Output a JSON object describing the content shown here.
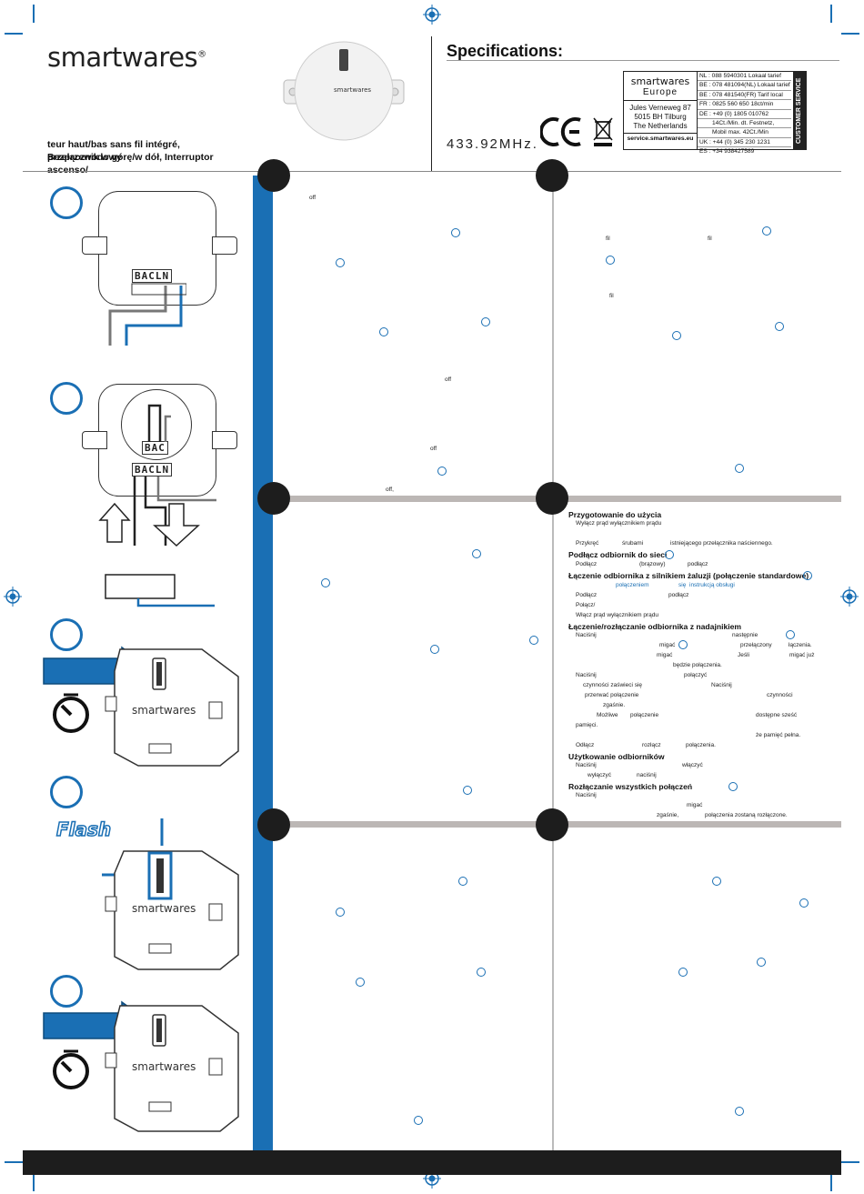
{
  "brand": {
    "name": "smartwares",
    "product_label": "smartwares"
  },
  "header": {
    "subtitle_line1": "teur haut/bas sans fil intégré, Bezprzewodowy",
    "subtitle_line2": "przełącznik w górę/w dół, Interruptor ascenso/"
  },
  "specs": {
    "title": "Specifications:",
    "frequency": "433.92MHz."
  },
  "customer_service": {
    "brand": "smartwares",
    "region": "Europe",
    "address": [
      "Jules Verneweg 87",
      "5015 BH Tilburg",
      "The Netherlands"
    ],
    "website": "service.smartwares.eu",
    "side_label": "CUSTOMER SERVICE",
    "rows": [
      "NL : 088 5940301   Lokaal tarief",
      "BE : 078 481094(NL) Lokaal tarief",
      "BE : 078 481540(FR) Tarif local",
      "FR : 0825 560 650   18ct/min",
      "DE : +49 (0) 1805 010762",
      "14Ct./Min. dt. Festnetz,",
      "Mobil max. 42Ct./Min",
      "UK : +44 (0) 345 230 1231",
      "ES : +34 938427589"
    ]
  },
  "diagrams": {
    "terminals_1": "BACLN",
    "terminals_2a": "BAC",
    "terminals_2b": "BACLN",
    "flash_label": "Flash"
  },
  "fragments": {
    "off1": "off",
    "off2": "off",
    "off3": "off",
    "off4": "off,",
    "fil1": "fil",
    "fil2": "fil",
    "fil3": "fil"
  },
  "polish": {
    "h1": "Przygotowanie do użycia",
    "l1": "Wyłącz prąd wyłącznikiem prądu",
    "l2a": "Przykręć",
    "l2b": "śrubami",
    "l2c": "istniejącego przełącznika naściennego.",
    "h2": "Podłącz odbiornik do sieci",
    "l3a": "Podłącz",
    "l3b": "(brązowy)",
    "l3c": "podłącz",
    "h3": "Łączenie odbiornika z silnikiem żaluzji (połączenie standardowe)",
    "l4a": "połączeniem",
    "l4b": "się",
    "l4c": "instrukcją obsługi",
    "l5a": "Podłącz",
    "l5b": "podłącz",
    "l6": "Połącz/",
    "l7": "Włącz prąd wyłącznikiem prądu",
    "h4": "Łączenie/rozłączanie odbiornika z nadajnikiem",
    "l8a": "Naciśnij",
    "l8b": "następnie",
    "l9a": "migać",
    "l9b": "przełączony",
    "l9c": "łączenia.",
    "l10a": "migać",
    "l10b": "Jeśli",
    "l10c": "migać już",
    "l11": "będzie połączenia.",
    "l12": "Naciśnij",
    "l13": "połączyć",
    "l14a": "czynności zaświeci się",
    "l14b": "Naciśnij",
    "l15a": "przerwać połączenie",
    "l15b": "czynności",
    "l16": "zgaśnie.",
    "l17a": "Możliwe",
    "l17b": "połączenie",
    "l17c": "dostępne sześć",
    "l18": "pamięci.",
    "l19": "że pamięć     pełna.",
    "l20a": "Odłącz",
    "l20b": "rozłącz",
    "l20c": "połączenia.",
    "h5": "Użytkowanie odbiorników",
    "l21a": "Naciśnij",
    "l21b": "włączyć",
    "l22a": "wyłączyć",
    "l22b": "naciśnij",
    "h6": "Rozłączanie wszystkich połączeń",
    "l23": "Naciśnij",
    "l24": "migać",
    "l25a": "zgaśnie,",
    "l25b": "połączenia zostaną rozłączone."
  },
  "colors": {
    "accent": "#1a6fb4",
    "dark": "#1d1d1d",
    "grey": "#bcb7b5"
  }
}
